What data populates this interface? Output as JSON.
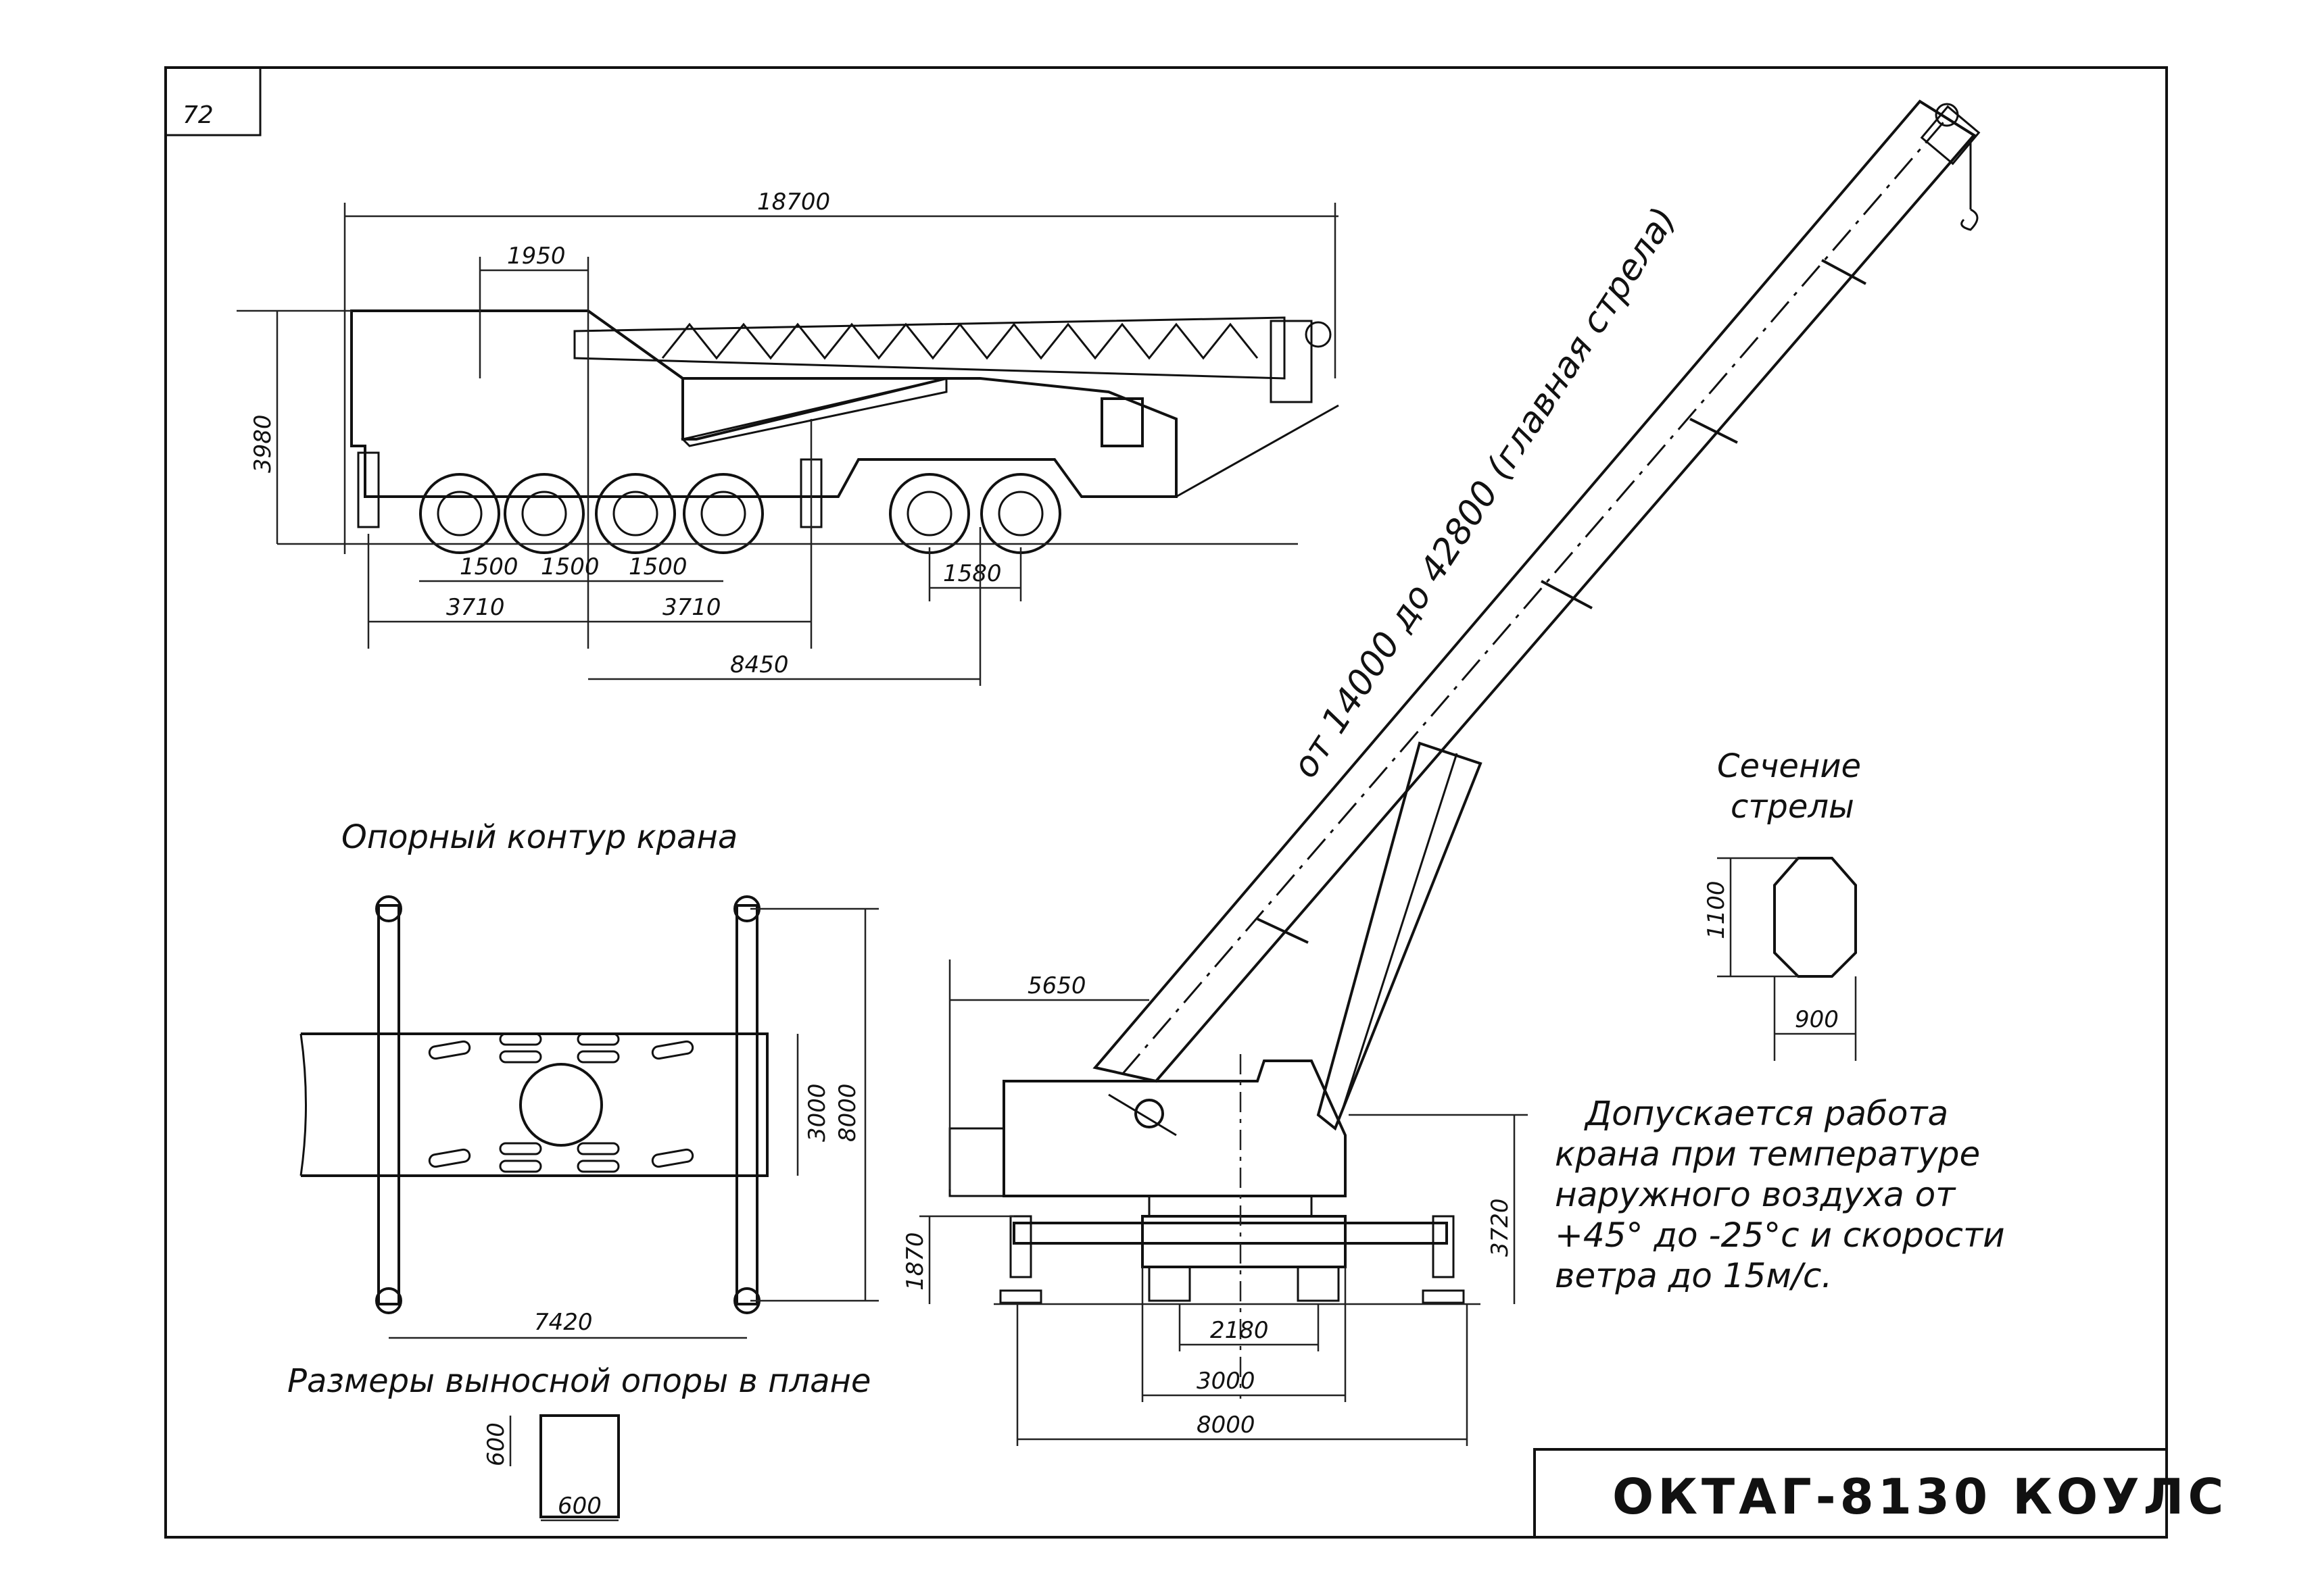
{
  "sheet": {
    "page_number": "72",
    "title": "ОКТАГ-8130 КОУЛС",
    "colors": {
      "ink": "#111111",
      "paper": "#ffffff"
    }
  },
  "side_view": {
    "dims": {
      "overall_length": "18700",
      "rear_offset": "1950",
      "height": "3980",
      "axle_spacing_1": "1500",
      "axle_spacing_2": "1500",
      "axle_spacing_3": "1500",
      "front_axle_spacing": "1580",
      "outrigger_a": "3710",
      "outrigger_b": "3710",
      "wheelbase": "8450"
    }
  },
  "boom_view": {
    "boom_length_label": "от 14000 до 42800 (главная стрела)",
    "dims": {
      "reach": "5650",
      "height_left": "1870",
      "height_right": "3720",
      "track_inner": "2180",
      "track_mid": "3000",
      "track_outer": "8000"
    }
  },
  "section": {
    "caption_line1": "Сечение",
    "caption_line2": "стрелы",
    "dims": {
      "height": "1100",
      "width": "900"
    }
  },
  "support_contour": {
    "caption": "Опорный контур крана",
    "dims": {
      "length": "7420",
      "inner_width": "3000",
      "outer_width": "8000"
    }
  },
  "outrigger_pad": {
    "caption": "Размеры выносной опоры в плане",
    "dims": {
      "side": "600",
      "bottom": "600"
    }
  },
  "note": {
    "line1": "Допускается работа",
    "line2": "крана при температуре",
    "line3": "наружного воздуха от",
    "line4": "+45° до -25°с и скорости",
    "line5": "ветра до 15м/с."
  }
}
